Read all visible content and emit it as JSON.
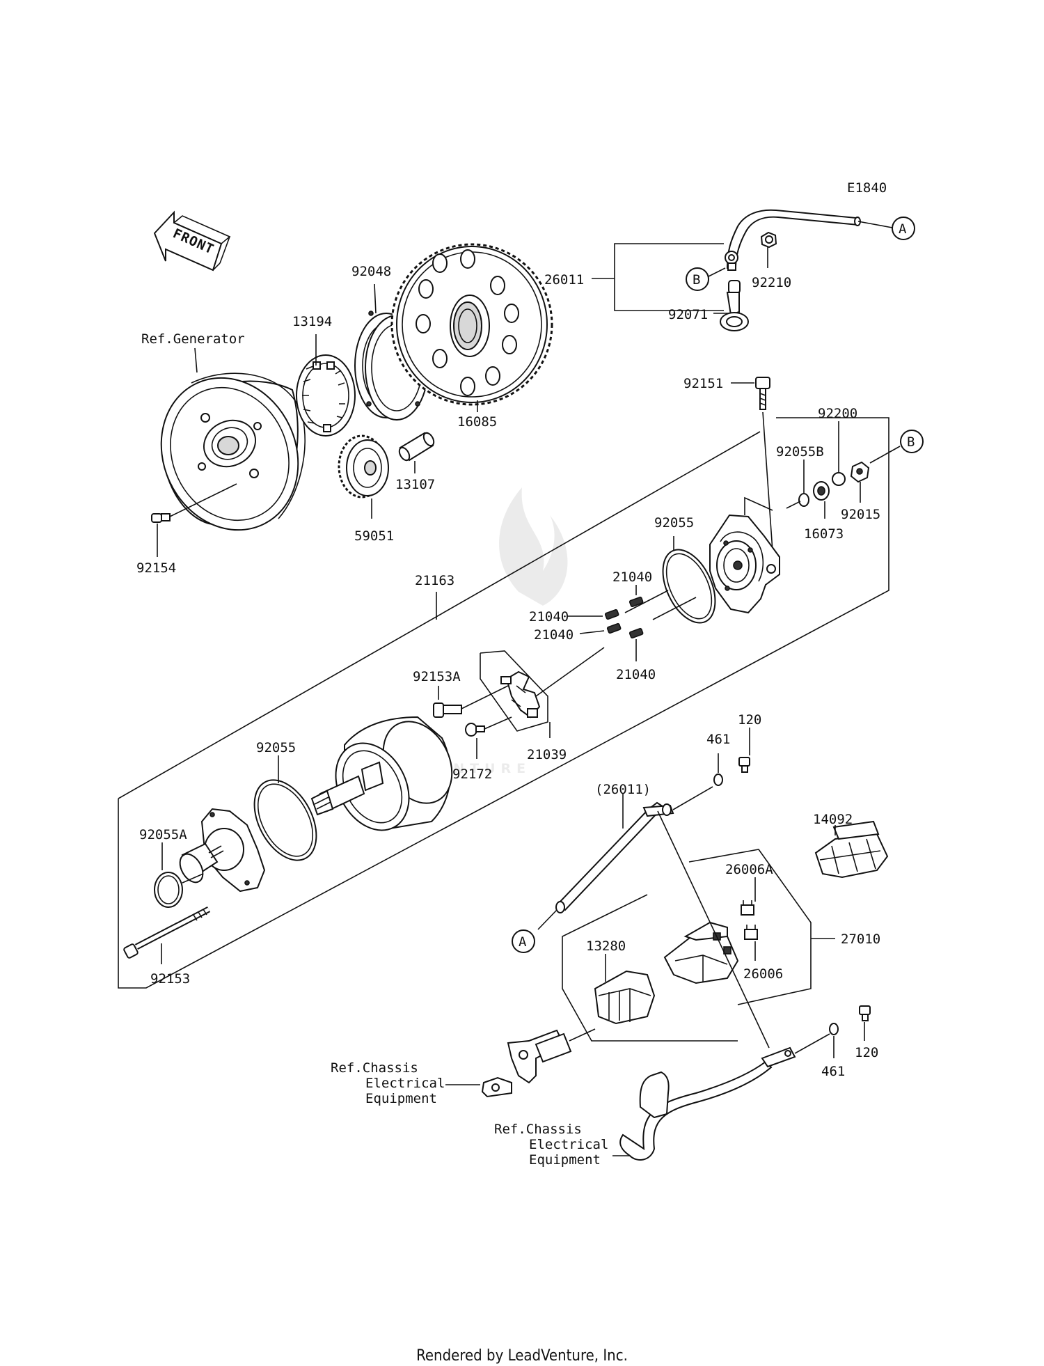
{
  "diagram_code": "E1840",
  "front_label": "FRONT",
  "footer": "Rendered by LeadVenture, Inc.",
  "watermark": "LEADVENTURE",
  "connectors": {
    "a": "A",
    "b": "B"
  },
  "parts": {
    "p26011": "26011",
    "p26011_paren": "(26011)",
    "p92210": "92210",
    "p92071": "92071",
    "p92048": "92048",
    "p13194": "13194",
    "p16085": "16085",
    "ref_generator": "Ref.Generator",
    "p13107": "13107",
    "p59051": "59051",
    "p92154": "92154",
    "p92151": "92151",
    "p92200": "92200",
    "p92055b": "92055B",
    "p92015": "92015",
    "p16073": "16073",
    "p92055_top": "92055",
    "p21163": "21163",
    "p21040_a": "21040",
    "p21040_b": "21040",
    "p21040_c": "21040",
    "p21040_d": "21040",
    "p92153a": "92153A",
    "p92055_bottom": "92055",
    "p92172": "92172",
    "p21039": "21039",
    "p120_top": "120",
    "p461_top": "461",
    "p92055a": "92055A",
    "p14092": "14092",
    "p26006a": "26006A",
    "p92153": "92153",
    "p13280": "13280",
    "p27010": "27010",
    "p26006": "26006",
    "p120_bottom": "120",
    "p461_bottom": "461",
    "ref_chassis_1": [
      "Ref.Chassis",
      "Electrical",
      "Equipment"
    ],
    "ref_chassis_2": [
      "Ref.Chassis",
      "Electrical",
      "Equipment"
    ]
  }
}
